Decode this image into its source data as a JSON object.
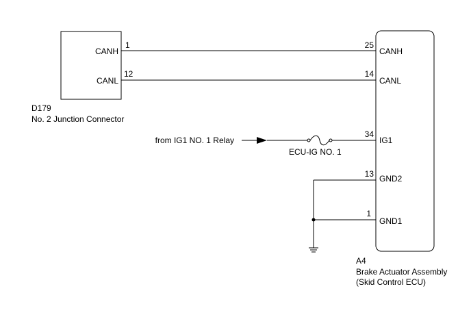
{
  "junction_connector": {
    "code": "D179",
    "name": "No. 2 Junction Connector",
    "pins": [
      {
        "signal": "CANH",
        "pin": "1"
      },
      {
        "signal": "CANL",
        "pin": "12"
      }
    ]
  },
  "brake_actuator": {
    "code": "A4",
    "name_line1": "Brake Actuator Assembly",
    "name_line2": "(Skid Control ECU)",
    "pins": [
      {
        "signal": "CANH",
        "pin": "25"
      },
      {
        "signal": "CANL",
        "pin": "14"
      },
      {
        "signal": "IG1",
        "pin": "34"
      },
      {
        "signal": "GND2",
        "pin": "13"
      },
      {
        "signal": "GND1",
        "pin": "1"
      }
    ]
  },
  "power_source": {
    "label": "from IG1 NO. 1 Relay"
  },
  "fuse": {
    "label": "ECU-IG NO. 1"
  }
}
